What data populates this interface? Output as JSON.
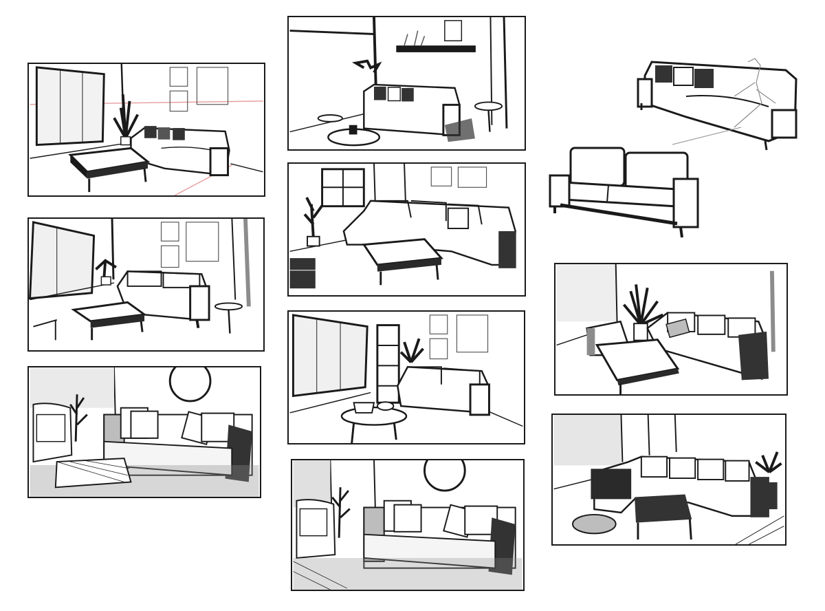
{
  "sheet": {
    "ink_color": "#1a1a1a",
    "paper_color": "#ffffff",
    "marker_gray": "#8c8c8c",
    "light_gray": "#d9d9d9",
    "guide_color": "#e8a0a0"
  },
  "panels": [
    {
      "id": 1,
      "scene": "window-sofa-coffee-table-plant"
    },
    {
      "id": 2,
      "scene": "window-sofa-coffee-table-side-table"
    },
    {
      "id": 3,
      "scene": "sofa-cushions-round-mirror-armchair"
    },
    {
      "id": 4,
      "scene": "shelf-sofa-round-table-plant"
    },
    {
      "id": 5,
      "scene": "window-sectional-coffee-table-plant"
    },
    {
      "id": 6,
      "scene": "window-bookcase-sofa-round-table"
    },
    {
      "id": 7,
      "scene": "sofa-cushions-round-mirror-plant"
    },
    {
      "id": 8,
      "scene": "plant-armchair-sofa-coffee-table"
    },
    {
      "id": 9,
      "scene": "sectional-coffee-table-pouf-plant"
    }
  ],
  "loose_sketches": [
    {
      "id": "a",
      "subject": "three-seat-sofa-with-figure"
    },
    {
      "id": "b",
      "subject": "loveseat"
    }
  ]
}
